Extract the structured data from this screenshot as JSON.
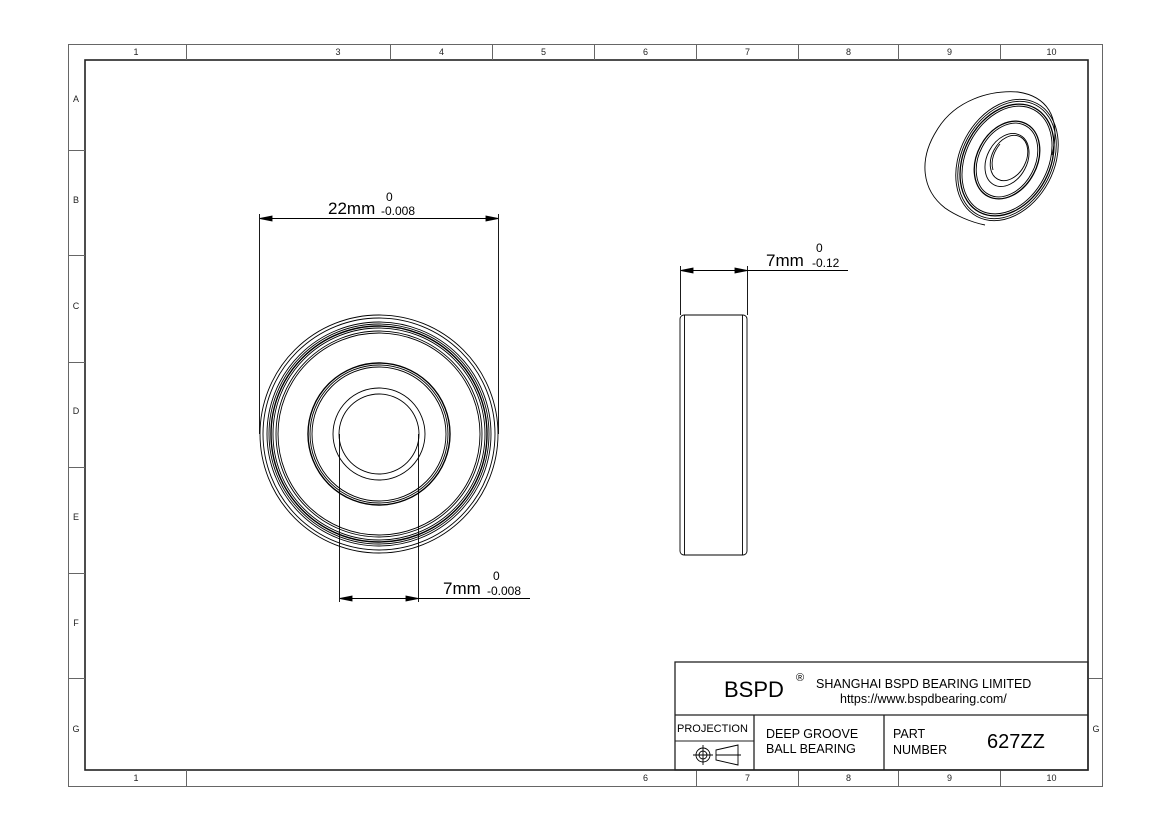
{
  "drawing": {
    "type": "technical-drawing",
    "subject": "deep groove ball bearing 627ZZ"
  },
  "frame": {
    "top_columns": [
      "1",
      "3",
      "4",
      "5",
      "6",
      "7",
      "8",
      "9",
      "10"
    ],
    "bottom_columns": [
      "1",
      "6",
      "7",
      "8",
      "9",
      "10"
    ],
    "left_rows": [
      "A",
      "B",
      "C",
      "D",
      "E",
      "F",
      "G"
    ],
    "right_rows": [
      "G"
    ]
  },
  "dimensions": {
    "outer_diameter": {
      "value": "22mm",
      "upper_tol": "0",
      "lower_tol": "-0.008"
    },
    "width": {
      "value": "7mm",
      "upper_tol": "0",
      "lower_tol": "-0.12"
    },
    "bore": {
      "value": "7mm",
      "upper_tol": "0",
      "lower_tol": "-0.008"
    }
  },
  "title_block": {
    "brand": "BSPD",
    "registered_mark": "®",
    "company": "SHANGHAI BSPD BEARING LIMITED",
    "website": "https://www.bspdbearing.com/",
    "projection_label": "PROJECTION",
    "projection_symbol": "first-angle-projection-symbol",
    "description_line1": "DEEP GROOVE",
    "description_line2": "BALL BEARING",
    "part_label_line1": "PART",
    "part_label_line2": "NUMBER",
    "part_number": "627ZZ"
  },
  "colors": {
    "line": "#000000",
    "frame": "#555555",
    "background": "#ffffff"
  }
}
